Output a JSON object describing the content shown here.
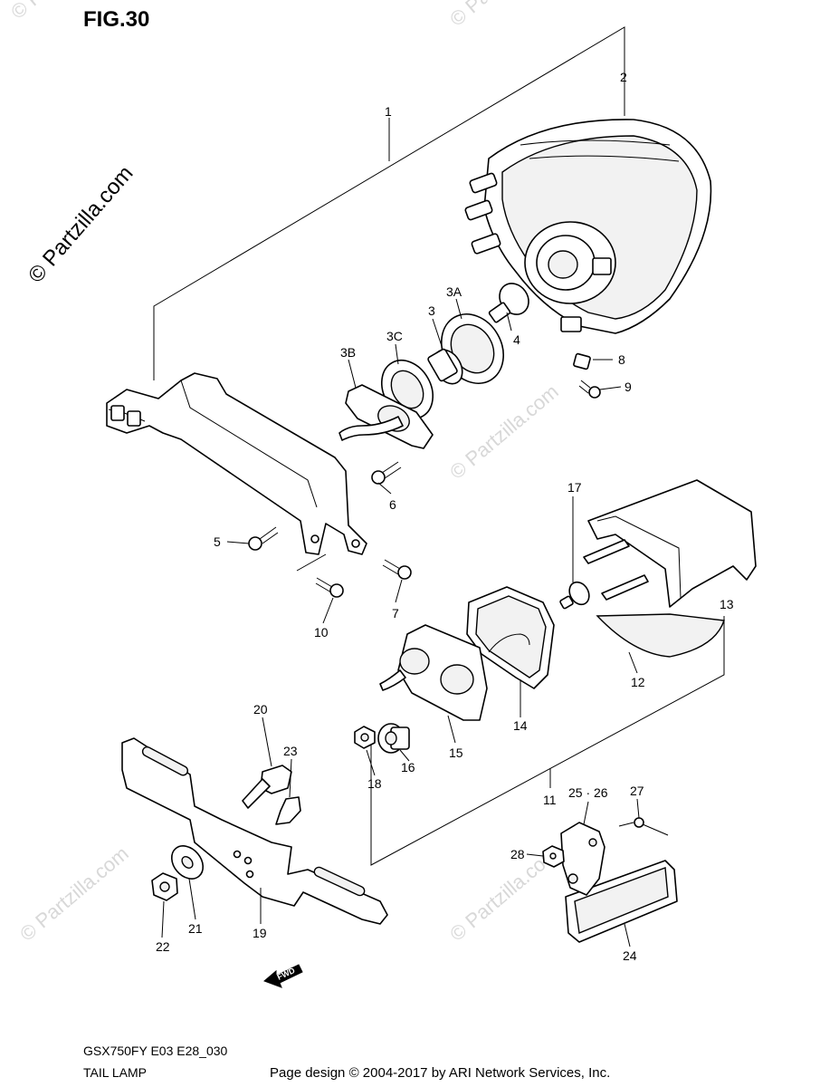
{
  "figure": {
    "title": "FIG.30",
    "code": "GSX750FY E03 E28_030",
    "name": "TAIL LAMP"
  },
  "footer": "Page design © 2004-2017 by ARI Network Services, Inc.",
  "side_watermark": "© Partzilla.com",
  "watermark_text": "© Partzilla.com",
  "fwd_label": "FWD",
  "callouts": [
    "1",
    "2",
    "3",
    "3A",
    "3B",
    "3C",
    "4",
    "5",
    "6",
    "7",
    "8",
    "9",
    "10",
    "11",
    "12",
    "13",
    "14",
    "15",
    "16",
    "17",
    "18",
    "19",
    "20",
    "21",
    "22",
    "23",
    "24",
    "25 · 26",
    "27",
    "28"
  ]
}
